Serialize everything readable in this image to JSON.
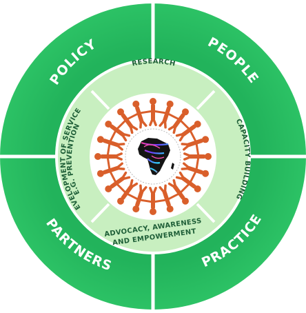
{
  "outer_segments": [
    {
      "label": "POLICY"
    },
    {
      "label": "PEOPLE"
    },
    {
      "label": "PRACTICE"
    },
    {
      "label": "PARTNERS"
    }
  ],
  "middle_segments": [
    {
      "label": "RESEARCH"
    },
    {
      "label": "CAPACITY BUILDING"
    },
    {
      "label_line1": "ADVOCACY, AWARENESS",
      "label_line2": "AND EMPOWERMENT"
    },
    {
      "label_line1": "DEVELOPMENT OF SERVICES",
      "label_line2": "E.G. PREVENTION"
    }
  ],
  "center": {
    "figure_count": 20,
    "emblem": "africa-map-icon"
  },
  "colors": {
    "outer_ring": "#22b35b",
    "outer_ring_light": "#34c46a",
    "middle_ring": "#c8efc0",
    "middle_text": "#1f5f38",
    "people_figures": "#d95f2b",
    "map_fill": "#141414"
  }
}
